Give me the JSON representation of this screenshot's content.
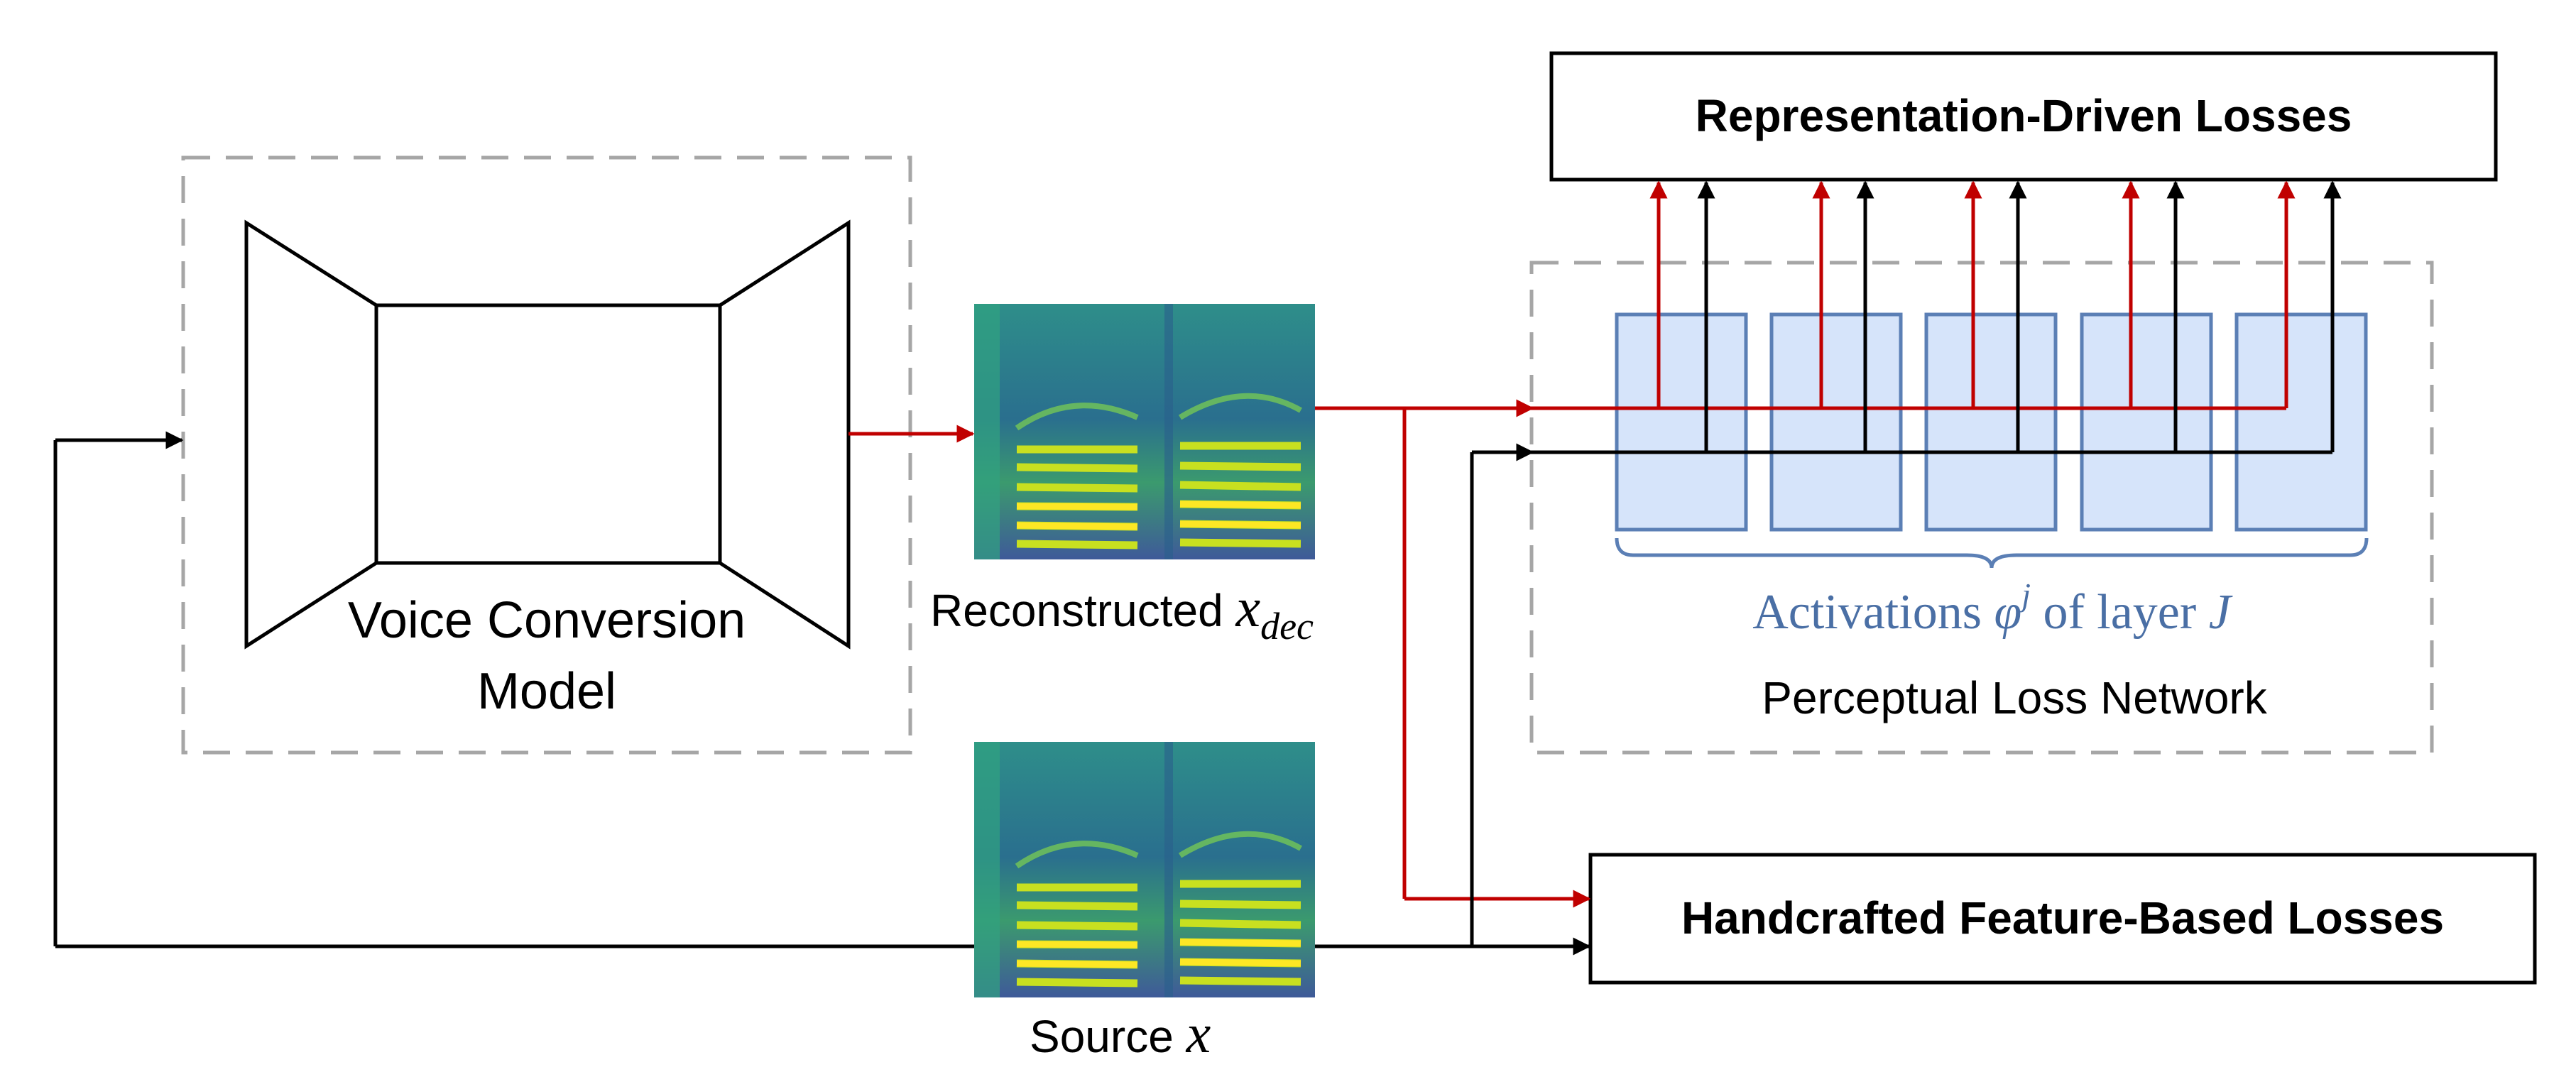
{
  "vc_model": {
    "line1": "Voice Conversion",
    "line2": "Model"
  },
  "reconstructed": {
    "label": "Reconstructed ",
    "var": "x",
    "sub": "dec"
  },
  "source": {
    "label": "Source ",
    "var": "x"
  },
  "activations": {
    "prefix": "Activations ",
    "phi": "φ",
    "sup": "j",
    "middle": " of layer ",
    "layer": "J"
  },
  "perceptual_net": {
    "label": "Perceptual Loss Network"
  },
  "rep_losses": {
    "label": "Representation-Driven Losses"
  },
  "hand_losses": {
    "label": "Handcrafted Feature-Based Losses"
  },
  "colors": {
    "red_path": "#c00000",
    "black_path": "#000000",
    "layer_fill": "#d6e4fa",
    "layer_stroke": "#5b7fb5",
    "dashed": "#a6a6a6",
    "activation_text": "#4a6fa5"
  }
}
